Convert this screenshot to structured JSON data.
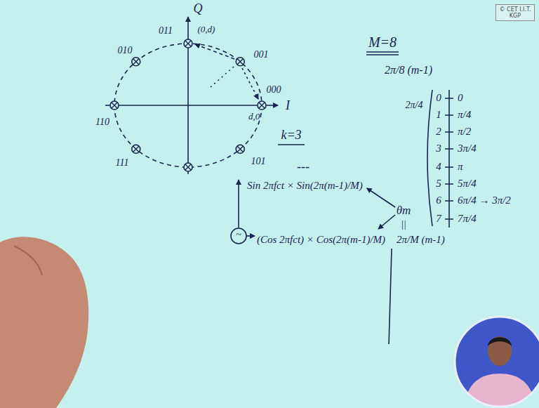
{
  "diagram": {
    "nodes": [
      {
        "text": [
          "© CET I.I.T. KGP"
        ]
      }
    ],
    "labels": [
      "Q",
      "I",
      "011",
      "(0,d)",
      "001",
      "010",
      "000",
      "d,0",
      "110",
      "111",
      "101",
      "M=8",
      "2π/8 (m-1)",
      "k=3",
      "---",
      "2π/4",
      "0",
      "1",
      "2",
      "3",
      "4",
      "5",
      "6",
      "7",
      "0",
      "π/4",
      "π/2",
      "3π/4",
      "π",
      "5π/4",
      "6π/4 → 3π/2",
      "7π/4",
      "Sin 2πfct × Sin(2π(m-1)/M)",
      "θm",
      "||",
      "(Cos 2πfct) × Cos(2π(m-1)/M)",
      "2π/M (m-1)",
      "~"
    ]
  }
}
